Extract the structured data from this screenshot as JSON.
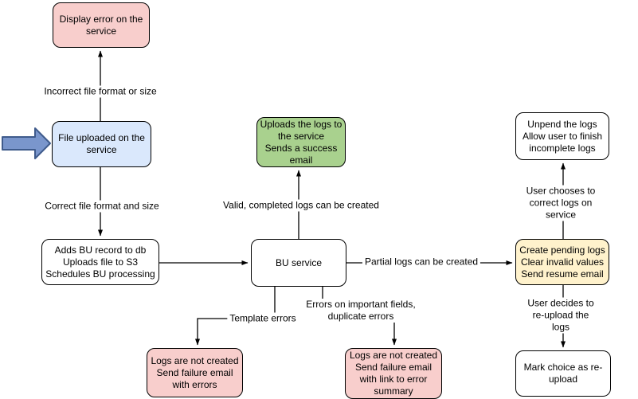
{
  "diagram": {
    "type": "flowchart",
    "nodes": {
      "display_error": {
        "text": "Display error on the\nservice",
        "fill": "#F8CECC"
      },
      "file_uploaded": {
        "text": "File uploaded on the\nservice",
        "fill": "#DAE8FC"
      },
      "uploads_logs": {
        "text": "Uploads the logs to\nthe service\nSends a success\nemail",
        "fill": "#A9D18E"
      },
      "unpend": {
        "text": "Unpend the logs\nAllow user to finish\nincomplete logs",
        "fill": "#FFFFFF"
      },
      "adds_bu": {
        "text": "Adds BU record to db\nUploads file to S3\nSchedules BU processing",
        "fill": "#FFFFFF"
      },
      "bu_service": {
        "text": "BU service",
        "fill": "#FFFFFF"
      },
      "create_pending": {
        "text": "Create pending logs\nClear invalid values\nSend resume email",
        "fill": "#FFF2CC"
      },
      "logs_not_created_errors": {
        "text": "Logs are not created\nSend failure email\nwith errors",
        "fill": "#F8CECC"
      },
      "logs_not_created_summary": {
        "text": "Logs are not created\nSend failure email\nwith link to error\nsummary",
        "fill": "#F8CECC"
      },
      "mark_choice": {
        "text": "Mark choice as re-\nupload",
        "fill": "#FFFFFF"
      }
    },
    "edge_labels": {
      "incorrect_format": "Incorrect file format or size",
      "correct_format": "Correct file format and size",
      "valid_completed": "Valid, completed logs can be created",
      "partial_logs": "Partial logs can be created",
      "template_errors": "Template errors",
      "errors_important": "Errors on important fields,\nduplicate errors",
      "user_chooses": "User chooses to correct logs on service",
      "user_decides": "User decides to re-upload the logs"
    },
    "colors": {
      "node_border": "#000000",
      "connector": "#000000",
      "entry_arrow_fill": "#7A96CC",
      "entry_arrow_stroke": "#3F5B8C",
      "pink": "#F8CECC",
      "blue": "#DAE8FC",
      "green": "#A9D18E",
      "yellow": "#FFF2CC",
      "white": "#FFFFFF"
    }
  }
}
